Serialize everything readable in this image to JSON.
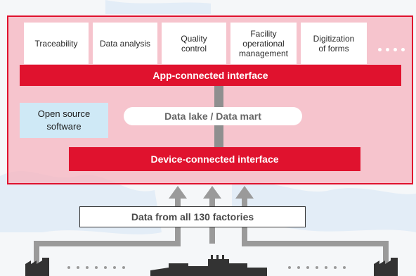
{
  "diagram": {
    "apps": [
      "Traceability",
      "Data analysis",
      "Quality control",
      "Facility operational management",
      "Digitization of forms"
    ],
    "app_interface": "App-connected interface",
    "open_source": "Open source software",
    "data_lake": "Data lake / Data mart",
    "device_interface": "Device-connected interface",
    "factories": "Data from all 130 factories"
  },
  "colors": {
    "accent_red": "#e0122e",
    "platform_fill": "#f6b6c0",
    "oss_fill": "#cfe9f6",
    "connector_gray": "#8f8f8f",
    "map_blue": "#dbe9f6"
  },
  "icons": [
    "factory-icon",
    "ellipsis-icon",
    "arrow-up-icon"
  ]
}
